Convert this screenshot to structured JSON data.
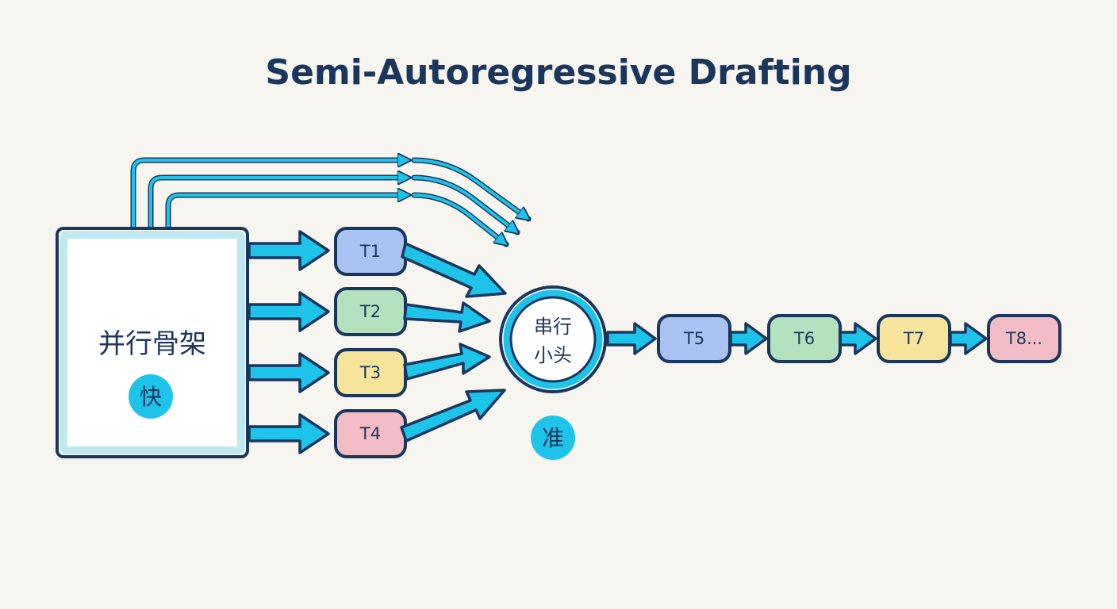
{
  "title": "Semi-Autoregressive Drafting",
  "backbone": {
    "label": "并行骨架",
    "badge": "快"
  },
  "head": {
    "line1": "串行",
    "line2": "小头",
    "badge": "准"
  },
  "parallel_tokens": [
    {
      "label": "T1",
      "color": "#a9c2f2"
    },
    {
      "label": "T2",
      "color": "#b3e0bd"
    },
    {
      "label": "T3",
      "color": "#f5e49a"
    },
    {
      "label": "T4",
      "color": "#f2bcc7"
    }
  ],
  "serial_tokens": [
    {
      "label": "T5",
      "color": "#a9c2f2"
    },
    {
      "label": "T6",
      "color": "#b3e0bd"
    },
    {
      "label": "T7",
      "color": "#f5e49a"
    },
    {
      "label": "T8...",
      "color": "#f2bcc7"
    }
  ],
  "colors": {
    "accent": "#1ec3ea",
    "outline": "#1b365d",
    "background": "#f6f5ef",
    "backbone_fill": "#d6f0f3"
  }
}
